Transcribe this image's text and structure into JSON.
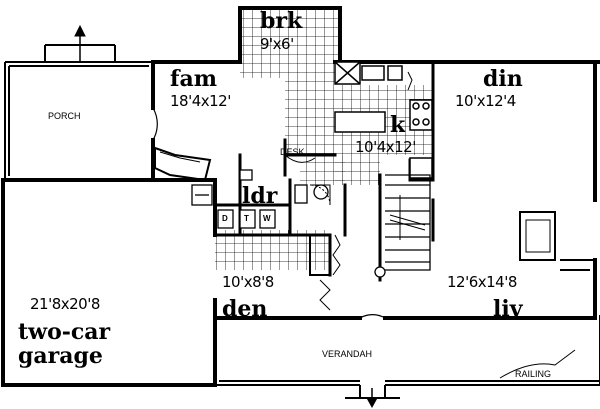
{
  "rooms": {
    "breakfast": {
      "name": "brk",
      "size": "9'x6'"
    },
    "family": {
      "name": "fam",
      "size": "18'4x12'"
    },
    "dining": {
      "name": "din",
      "size": "10'x12'4"
    },
    "kitchen": {
      "name": "k",
      "size": "10'4x12'"
    },
    "laundry": {
      "name": "ldr"
    },
    "den": {
      "name": "den",
      "size": "10'x8'8"
    },
    "living": {
      "name": "liv",
      "size": "12'6x14'8"
    },
    "garage": {
      "name_line1": "two-car",
      "name_line2": "garage",
      "size": "21'8x20'8"
    }
  },
  "labels": {
    "porch": "PORCH",
    "verandah": "VERANDAH",
    "railing": "RAILING",
    "desk": "DESK"
  },
  "appliances": {
    "dryer": "D",
    "washer": "W",
    "tub": "T"
  }
}
